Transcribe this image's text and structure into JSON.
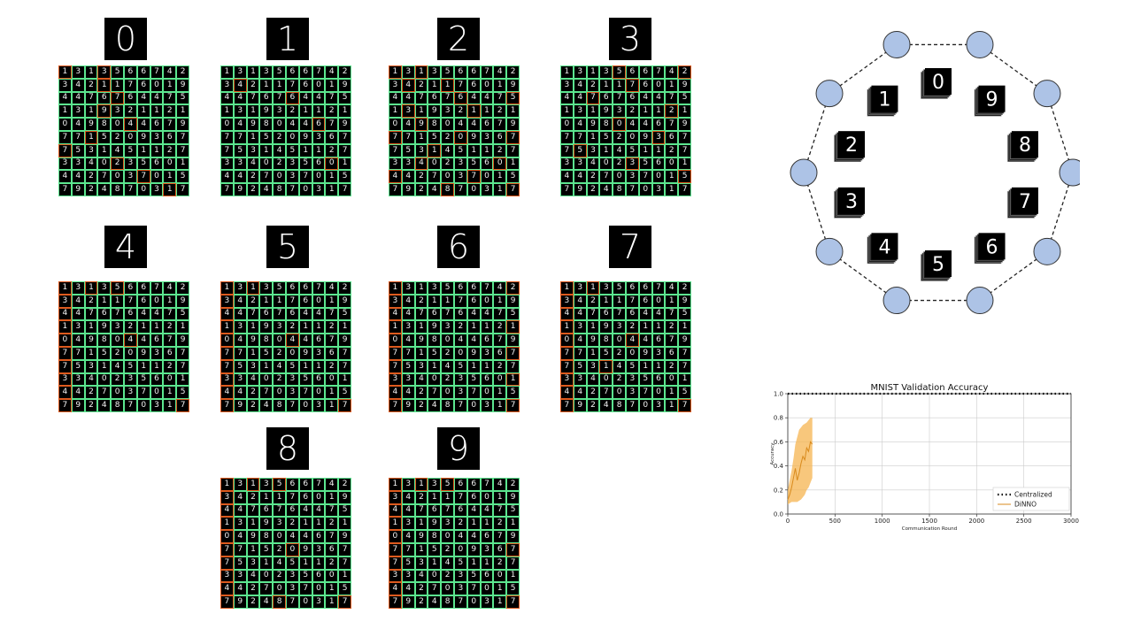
{
  "digit_grid": [
    [
      "1",
      "3",
      "1",
      "3",
      "5",
      "6",
      "6",
      "7",
      "4",
      "2"
    ],
    [
      "3",
      "4",
      "2",
      "1",
      "1",
      "7",
      "6",
      "0",
      "1",
      "9"
    ],
    [
      "4",
      "4",
      "7",
      "6",
      "7",
      "6",
      "4",
      "4",
      "7",
      "5"
    ],
    [
      "1",
      "3",
      "1",
      "9",
      "3",
      "2",
      "1",
      "1",
      "2",
      "1"
    ],
    [
      "0",
      "4",
      "9",
      "8",
      "0",
      "4",
      "4",
      "6",
      "7",
      "9"
    ],
    [
      "7",
      "7",
      "1",
      "5",
      "2",
      "0",
      "9",
      "3",
      "6",
      "7"
    ],
    [
      "7",
      "5",
      "3",
      "1",
      "4",
      "5",
      "1",
      "1",
      "2",
      "7"
    ],
    [
      "3",
      "3",
      "4",
      "0",
      "2",
      "3",
      "5",
      "6",
      "0",
      "1"
    ],
    [
      "4",
      "4",
      "2",
      "7",
      "0",
      "3",
      "7",
      "0",
      "1",
      "5"
    ],
    [
      "7",
      "9",
      "2",
      "4",
      "8",
      "7",
      "0",
      "3",
      "1",
      "7"
    ]
  ],
  "panels": [
    {
      "digit": "0",
      "wrong": [
        [
          0,
          0
        ],
        [
          0,
          3
        ],
        [
          1,
          3
        ],
        [
          2,
          4
        ],
        [
          3,
          3
        ],
        [
          4,
          5
        ],
        [
          5,
          2
        ],
        [
          6,
          0
        ],
        [
          7,
          4
        ],
        [
          8,
          6
        ],
        [
          9,
          8
        ]
      ]
    },
    {
      "digit": "1",
      "wrong": [
        [
          1,
          1
        ],
        [
          2,
          5
        ],
        [
          4,
          7
        ],
        [
          7,
          8
        ]
      ]
    },
    {
      "digit": "2",
      "wrong": [
        [
          0,
          0
        ],
        [
          0,
          2
        ],
        [
          1,
          1
        ],
        [
          1,
          4
        ],
        [
          2,
          5
        ],
        [
          2,
          9
        ],
        [
          3,
          1
        ],
        [
          3,
          6
        ],
        [
          4,
          2
        ],
        [
          5,
          0
        ],
        [
          5,
          5
        ],
        [
          5,
          9
        ],
        [
          6,
          3
        ],
        [
          7,
          2
        ],
        [
          7,
          8
        ],
        [
          8,
          0
        ],
        [
          8,
          6
        ],
        [
          9,
          4
        ],
        [
          9,
          9
        ]
      ]
    },
    {
      "digit": "3",
      "wrong": [
        [
          0,
          4
        ],
        [
          0,
          9
        ],
        [
          1,
          5
        ],
        [
          2,
          2
        ],
        [
          3,
          8
        ],
        [
          4,
          4
        ],
        [
          5,
          7
        ],
        [
          6,
          1
        ],
        [
          7,
          5
        ],
        [
          8,
          9
        ]
      ]
    },
    {
      "digit": "4",
      "wrong": [
        [
          0,
          0
        ],
        [
          0,
          2
        ],
        [
          0,
          4
        ],
        [
          1,
          0
        ],
        [
          2,
          0
        ],
        [
          3,
          0
        ],
        [
          4,
          0
        ],
        [
          4,
          5
        ],
        [
          5,
          0
        ],
        [
          6,
          0
        ],
        [
          7,
          0
        ],
        [
          8,
          0
        ],
        [
          9,
          0
        ],
        [
          9,
          9
        ]
      ]
    },
    {
      "digit": "5",
      "wrong": [
        [
          0,
          0
        ],
        [
          0,
          2
        ],
        [
          1,
          0
        ],
        [
          2,
          0
        ],
        [
          3,
          0
        ],
        [
          4,
          0
        ],
        [
          4,
          5
        ],
        [
          5,
          0
        ],
        [
          6,
          0
        ],
        [
          7,
          0
        ],
        [
          8,
          0
        ],
        [
          9,
          0
        ],
        [
          9,
          9
        ]
      ]
    },
    {
      "digit": "6",
      "wrong": [
        [
          0,
          0
        ],
        [
          0,
          9
        ],
        [
          1,
          0
        ],
        [
          2,
          0
        ],
        [
          3,
          0
        ],
        [
          3,
          9
        ],
        [
          4,
          0
        ],
        [
          5,
          0
        ],
        [
          5,
          9
        ],
        [
          6,
          0
        ],
        [
          7,
          0
        ],
        [
          7,
          9
        ],
        [
          8,
          0
        ],
        [
          9,
          0
        ],
        [
          9,
          9
        ]
      ]
    },
    {
      "digit": "7",
      "wrong": [
        [
          0,
          0
        ],
        [
          0,
          2
        ],
        [
          1,
          0
        ],
        [
          2,
          0
        ],
        [
          3,
          0
        ],
        [
          4,
          0
        ],
        [
          4,
          5
        ],
        [
          5,
          0
        ],
        [
          6,
          0
        ],
        [
          6,
          3
        ],
        [
          7,
          0
        ],
        [
          8,
          0
        ],
        [
          9,
          0
        ],
        [
          9,
          9
        ]
      ]
    },
    {
      "digit": "8",
      "wrong": [
        [
          0,
          0
        ],
        [
          0,
          2
        ],
        [
          0,
          4
        ],
        [
          1,
          0
        ],
        [
          2,
          0
        ],
        [
          3,
          0
        ],
        [
          4,
          0
        ],
        [
          5,
          0
        ],
        [
          5,
          5
        ],
        [
          6,
          0
        ],
        [
          7,
          0
        ],
        [
          8,
          0
        ],
        [
          9,
          0
        ],
        [
          9,
          4
        ],
        [
          9,
          9
        ]
      ]
    },
    {
      "digit": "9",
      "wrong": [
        [
          0,
          0
        ],
        [
          0,
          2
        ],
        [
          0,
          4
        ],
        [
          1,
          0
        ],
        [
          2,
          0
        ],
        [
          3,
          0
        ],
        [
          4,
          0
        ],
        [
          5,
          0
        ],
        [
          5,
          9
        ],
        [
          6,
          0
        ],
        [
          7,
          0
        ],
        [
          8,
          0
        ],
        [
          9,
          0
        ],
        [
          9,
          9
        ]
      ]
    }
  ],
  "ring": {
    "node_color": "#adc3e6",
    "card_digits": [
      "0",
      "9",
      "8",
      "7",
      "6",
      "5",
      "4",
      "3",
      "2",
      "1"
    ]
  },
  "chart_data": {
    "type": "line",
    "title": "MNIST Validation Accuracy",
    "xlabel": "Communication Round",
    "ylabel": "Accuracy",
    "xlim": [
      0,
      3000
    ],
    "ylim": [
      0,
      1.0
    ],
    "xticks": [
      "0",
      "500",
      "1000",
      "1500",
      "2000",
      "2500",
      "3000"
    ],
    "yticks": [
      "0.0",
      "0.2",
      "0.4",
      "0.6",
      "0.8",
      "1.0"
    ],
    "grid": true,
    "legend_position": "lower-right",
    "series": [
      {
        "name": "Centralized",
        "style": "dotted",
        "color": "#000000",
        "x": [
          0,
          3000
        ],
        "y": [
          1.0,
          1.0
        ]
      },
      {
        "name": "DiNNO",
        "style": "solid",
        "color": "#f0a33a",
        "x": [
          0,
          20,
          40,
          60,
          80,
          100,
          120,
          140,
          160,
          180,
          200,
          220,
          240,
          260
        ],
        "y": [
          0.12,
          0.16,
          0.22,
          0.3,
          0.38,
          0.28,
          0.34,
          0.42,
          0.48,
          0.45,
          0.55,
          0.52,
          0.6,
          0.58
        ],
        "band_low": [
          0.08,
          0.09,
          0.1,
          0.1,
          0.1,
          0.1,
          0.11,
          0.12,
          0.14,
          0.16,
          0.2,
          0.22,
          0.26,
          0.3
        ],
        "band_high": [
          0.2,
          0.28,
          0.36,
          0.46,
          0.58,
          0.64,
          0.7,
          0.72,
          0.74,
          0.75,
          0.76,
          0.78,
          0.8,
          0.8
        ]
      }
    ]
  }
}
